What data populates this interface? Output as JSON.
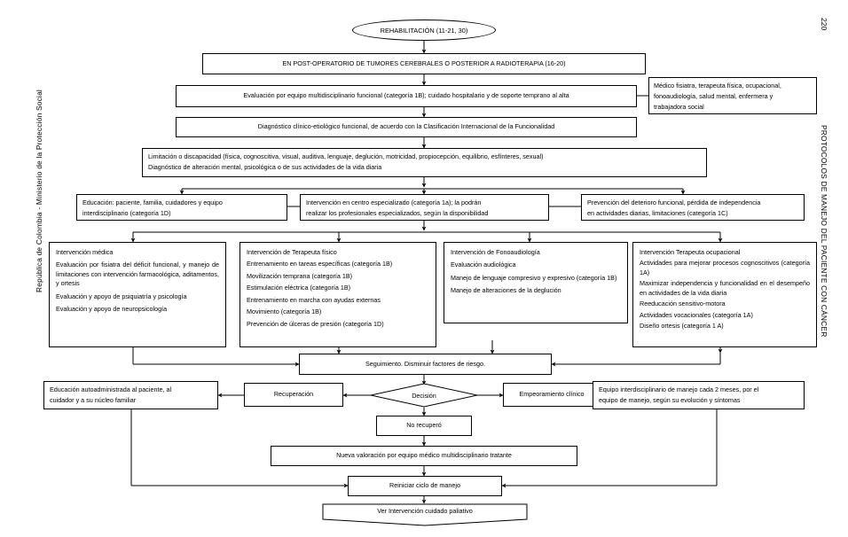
{
  "page": {
    "number": "220",
    "left_margin_text": "República de Colombia - Ministerio de la Protección Social",
    "right_margin_text": "PROTOCOLOS DE MANEJO DEL PACIENTE CON CÁNCER"
  },
  "diagram": {
    "type": "flowchart",
    "title": "REHABILITACIÓN (11-21, 30)",
    "nodes": {
      "start": "REHABILITACIÓN (11-21, 30)",
      "postop": "EN POST-OPERATORIO DE TUMORES CEREBRALES O POSTERIOR A RADIOTERAPIA (16-20)",
      "evaluacion": "Evaluación por equipo multidisciplinario funcional (categoría 1B); cuidado hospitalario y de soporte temprano al alta",
      "equipo_nota_l1": "Médico fisiatra, terapeuta física, ocupacional,",
      "equipo_nota_l2": "fonoaudiología, salud mental, enfermera y",
      "equipo_nota_l3": "trabajadora social",
      "diagnostico": "Diagnóstico clínico-etiológico funcional, de acuerdo con la Clasificación Internacional de la Funcionalidad",
      "limitacion_l1": "Limitación o discapacidad (física, cognoscitiva, visual, auditiva, lenguaje, deglución, motricidad, propiocepción, equilibrio, esfínteres, sexual)",
      "limitacion_l2": "Diagnóstico de alteración mental, psicológica o de sus actividades de la vida diaria",
      "educacion_l1": "Educación: paciente, familia, cuidadores y equipo",
      "educacion_l2": "interdisciplinario (categoría 1D)",
      "centro_l1": "Intervención en centro especializado (categoría 1a); la podrán",
      "centro_l2": "realizar los profesionales especializados, según la disponibilidad",
      "prevencion_l1": "Prevención del deterioro funcional, pérdida de independencia",
      "prevencion_l2": "en actividades diarias, limitaciones (categoría 1C)",
      "medica": {
        "title": "Intervención médica",
        "items": [
          "Evaluación por fisiatra del déficit funcional, y manejo de limitaciones con intervención farmacológica, aditamentos, y ortesis",
          "Evaluación y apoyo de psiquiatría y psicología",
          "Evaluación y apoyo de neuropsicología"
        ]
      },
      "fisico": {
        "title": "Intervención de Terapeuta físico",
        "items": [
          "Entrenamiento en tareas específicas (categoría 1B)",
          "Movilización temprana (categoría 1B)",
          "Estimulación eléctrica (categoría 1B)",
          "Entrenamiento en marcha con ayudas externas",
          "Movimiento (categoría 1B)",
          "Prevención de úlceras de presión (categoría 1D)"
        ]
      },
      "fono": {
        "title": "Intervención de Fonoaudiología",
        "items": [
          "Evaluación audiológica",
          "Manejo de lenguaje compresivo y expresivo (categoría 1B)",
          "Manejo de alteraciones de la deglución"
        ]
      },
      "ocupacional": {
        "title": "Intervención Terapeuta ocupacional",
        "items": [
          "Actividades para mejorar procesos cognoscitivos (categoría 1A)",
          "Maximizar independencia y funcionalidad en el desempeño en actividades de la vida diaria",
          "Reeducación sensitivo-motora",
          "Actividades vocacionales (categoría 1A)",
          "Diseño ortesis (categoría 1 A)"
        ]
      },
      "seguimiento": "Seguimiento. Disminuir factores de riesgo.",
      "decision": "Decisión",
      "recuperacion": "Recuperación",
      "empeoramiento": "Empeoramiento clínico",
      "educacion_auto_l1": "Educación autoadministrada al paciente, al",
      "educacion_auto_l2": "cuidador y a su núcleo familiar",
      "equipo_interdisc_l1": "Equipo interdisciplinario de manejo cada 2 meses, por el",
      "equipo_interdisc_l2": "equipo de manejo, según su evolución y síntomas",
      "no_recupero": "No recuperó",
      "nueva_valoracion": "Nueva valoración por equipo médico multidisciplinario tratante",
      "reiniciar": "Reiniciar ciclo de manejo",
      "paliativo": "Ver Intervención cuidado paliativo"
    }
  }
}
